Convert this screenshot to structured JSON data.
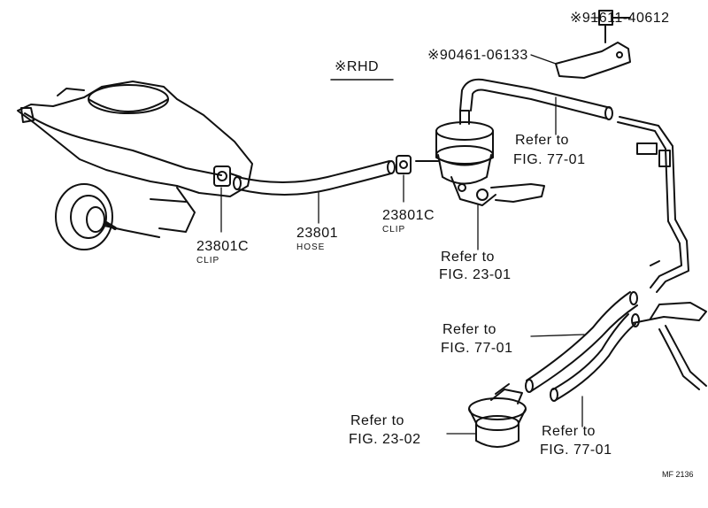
{
  "labels": {
    "part_91611": "※91611-40612",
    "part_90461": "※90461-06133",
    "rhd_note": "※RHD",
    "clip_left_num": "23801C",
    "clip_left_name": "CLIP",
    "hose_num": "23801",
    "hose_name": "HOSE",
    "clip_mid_num": "23801C",
    "clip_mid_name": "CLIP",
    "ref_77_top": [
      "Refer to",
      "FIG. 77-01"
    ],
    "ref_23_01": [
      "Refer to",
      "FIG. 23-01"
    ],
    "ref_77_mid": [
      "Refer to",
      "FIG. 77-01"
    ],
    "ref_23_02": [
      "Refer to",
      "FIG. 23-02"
    ],
    "ref_77_bottom": [
      "Refer to",
      "FIG. 77-01"
    ],
    "figure_code": "MF 2136"
  }
}
